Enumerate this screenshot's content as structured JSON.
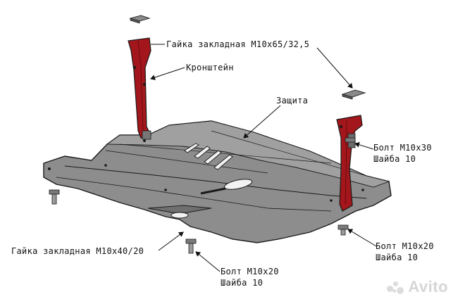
{
  "labels": {
    "nut_top": "Гайка закладная М10х65/32,5",
    "bracket": "Кронштейн",
    "guard": "Защита",
    "bolt_right_1": "Болт М10х30",
    "washer_right_1": "Шайба 10",
    "nut_bottom": "Гайка закладная М10х40/20",
    "bolt_right_2": "Болт М10х20",
    "washer_right_2": "Шайба 10",
    "bolt_bottom": "Болт М10х20",
    "washer_bottom": "Шайба 10"
  },
  "watermark": "Avito",
  "colors": {
    "plate": "#8c8c8c",
    "plate_edge": "#222222",
    "bracket_red": "#a3161b",
    "line": "#111111"
  }
}
